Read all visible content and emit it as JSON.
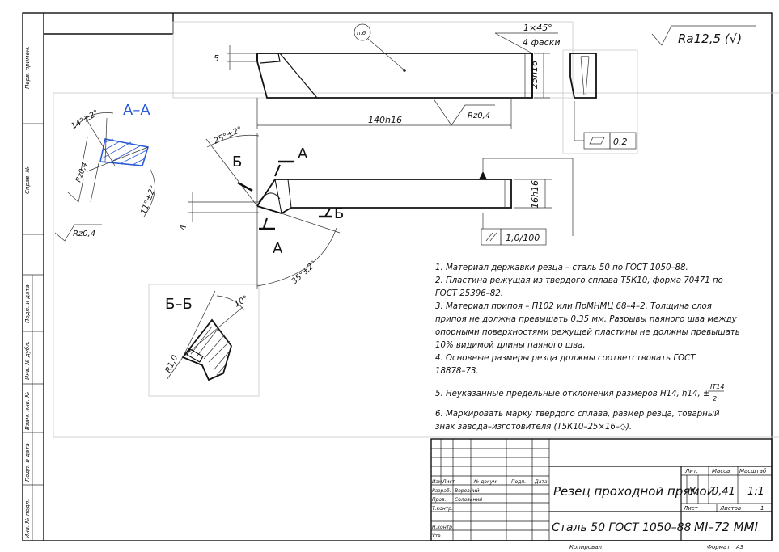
{
  "roughness": {
    "symbol_text": "Ra12,5 (√)"
  },
  "dims": {
    "chamfer": "1×45°",
    "chamfers": "4 фаски",
    "height_5": "5",
    "height_25": "25h16",
    "length_140": "140h16",
    "rz04": "Rz0,4",
    "rz04_left": "Rz0,4",
    "angle_14": "14°±2°",
    "angle_11": "11°±2°",
    "angle_25": "25°±2°",
    "angle_35": "35°±2°",
    "angle_10": "10°",
    "width_16": "16h16",
    "dim_4": "4",
    "r10": "R1,0",
    "pos_1": "п.6",
    "flatness": "0,2",
    "parallel": "1,0/100"
  },
  "views": {
    "section_aa": "А–А",
    "section_bb": "Б–Б",
    "cut_a": "А",
    "cut_b": "Б"
  },
  "notes": [
    "1. Материал державки резца – сталь 50 по ГОСТ 1050–88.",
    "2. Пластина режущая из твердого сплава Т5К10, форма 70471 по",
    "ГОСТ 25396–82.",
    "3. Материал припоя – П102 или ПрМНМЦ 68–4–2. Толщина слоя",
    "припоя  не должна превышать 0,35 мм. Разрывы паяного шва между",
    "опорными поверхностями режущей пластины не должны превышать",
    "10% видимой длины паяного шва.",
    "4. Основные размеры резца должны соответствовать ГОСТ",
    "18878–73.",
    "5. Неуказанные предельные отклонения размеров Н14, h14, ±",
    "IT14",
    "2",
    "6. Маркировать марку твердого сплава, размер резца, товарный",
    "знак завода–изготовителя (Т5К10–25×16–◇)."
  ],
  "title_block": {
    "name": "Резец проходной прямой",
    "material": "Сталь 50 ГОСТ 1050–88",
    "designation": "МI–72 ММI",
    "lit_hdr": "Лит.",
    "mass_hdr": "Масса",
    "scale_hdr": "Масштаб",
    "lit_val": "У",
    "mass_val": "0,41",
    "scale_val": "1:1",
    "sheet_hdr": "Лист",
    "sheets_hdr": "Листов",
    "sheets_val": "1",
    "row_hdrs": [
      "Изм.",
      "Лист",
      "№ докум.",
      "Подп.",
      "Дата"
    ],
    "roles": [
      "Разраб.",
      "Пров.",
      "Т.контр.",
      "",
      "Н.контр.",
      "Утв."
    ],
    "names": [
      "Веревйий",
      "Соловьний",
      "",
      "",
      "",
      ""
    ],
    "copied": "Копировал",
    "format": "Формат",
    "format_val": "А3"
  },
  "side_stamps": [
    "Перв. примен.",
    "Справ. №",
    "Подп. и дата",
    "Инв. № дубл.",
    "Взам. инв. №",
    "Подп. и дата",
    "Инв. № подл."
  ]
}
